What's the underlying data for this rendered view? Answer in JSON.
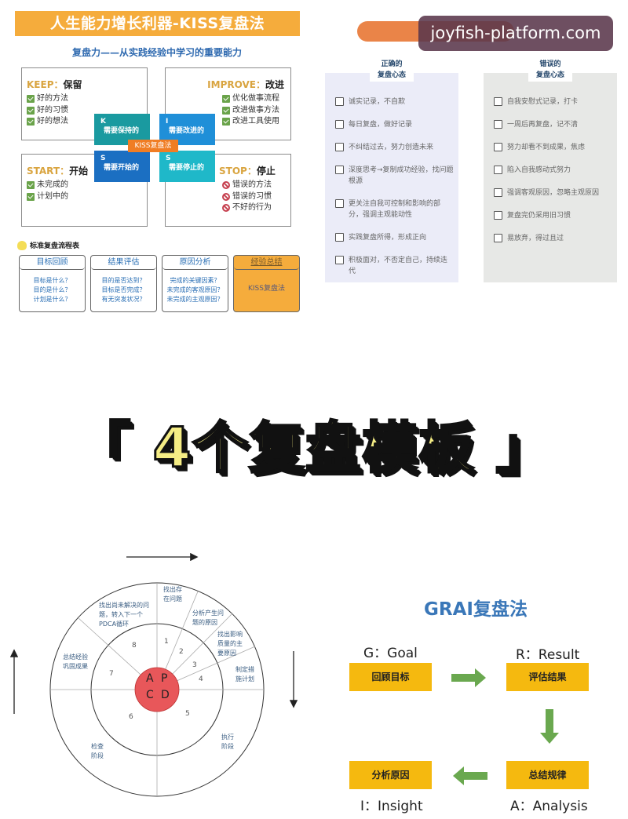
{
  "kiss": {
    "banner": "人生能力增长利器-KISS复盘法",
    "subtitle": "复盘力——从实践经验中学习的重要能力",
    "keep": {
      "en": "KEEP：",
      "zh": "保留",
      "items": [
        "好的方法",
        "好的习惯",
        "好的想法"
      ]
    },
    "improve": {
      "en": "IMPROVE：",
      "zh": "改进",
      "items": [
        "优化做事流程",
        "改进做事方法",
        "改进工具使用"
      ]
    },
    "start": {
      "en": "START：",
      "zh": "开始",
      "items": [
        "未完成的",
        "计划中的"
      ]
    },
    "stop": {
      "en": "STOP：",
      "zh": "停止",
      "items": [
        "错误的方法",
        "错误的习惯",
        "不好的行为"
      ]
    },
    "tiles": [
      {
        "letter": "K",
        "text": "需要保持的",
        "color": "#1a9aa0"
      },
      {
        "letter": "I",
        "text": "需要改进的",
        "color": "#1f8fd8"
      },
      {
        "letter": "S",
        "text": "需要开始的",
        "color": "#1b6fc2"
      },
      {
        "letter": "S",
        "text": "需要停止的",
        "color": "#1fb8c9"
      }
    ],
    "center_label": "KISS复盘法",
    "flow_title": "标准复盘流程表",
    "flow_cards": [
      {
        "title": "目标回顾",
        "lines": [
          "目标是什么？",
          "目的是什么？",
          "计划是什么？"
        ]
      },
      {
        "title": "结果评估",
        "lines": [
          "目的是否达到？",
          "目标是否完成？",
          "有无突发状况？"
        ]
      },
      {
        "title": "原因分析",
        "lines": [
          "完成的关键因素？",
          "未完成的客观原因？",
          "未完成的主观原因？"
        ]
      },
      {
        "title": "经验总结",
        "lines": [
          "KISS复盘法"
        ]
      }
    ]
  },
  "mindset": {
    "watermark": "joyfish-platform.com",
    "good": {
      "title_line1": "正确的",
      "title_line2": "复盘心态",
      "items": [
        "诚实记录，不自欺",
        "每日复盘，做好记录",
        "不纠结过去，努力创造未来",
        "深度思考→复制成功经验，找问题根源",
        "更关注自我可控制和影响的部分，强调主观能动性",
        "实践复盘所得，形成正向",
        "积极面对，不否定自己，持续迭代"
      ]
    },
    "bad": {
      "title_line1": "错误的",
      "title_line2": "复盘心态",
      "items": [
        "自我安慰式记录，打卡",
        "一周后再复盘，记不清",
        "努力却看不到成果，焦虑",
        "陷入自我感动式努力",
        "强调客观原因，忽略主观原因",
        "复盘完仍采用旧习惯",
        "易放弃，得过且过"
      ]
    }
  },
  "headline": "「 4个复盘模板 」",
  "pdca": {
    "center_letters": [
      "A",
      "P",
      "C",
      "D"
    ],
    "steps": [
      "1",
      "2",
      "3",
      "4",
      "5",
      "6",
      "7",
      "8"
    ],
    "outer_labels": {
      "find_problem": "找出存在问题",
      "analyze_cause": "分析产生问题的原因",
      "main_factor": "找出影响质量的主要原因",
      "make_plan": "制定措施计划",
      "execute": "执行阶段",
      "check": "检查阶段",
      "summarize": "总结经验巩固成果",
      "next_cycle": "找出尚未解决的问题，转入下一个PDCA循环"
    }
  },
  "grai": {
    "title": "GRAI复盘法",
    "goal": {
      "label": "G：Goal",
      "box": "回顾目标"
    },
    "result": {
      "label": "R：Result",
      "box": "评估结果"
    },
    "analysis": {
      "label": "A：Analysis",
      "box": "总结规律"
    },
    "insight": {
      "label": "I：Insight",
      "box": "分析原因"
    },
    "arrow_color": "#6aa84f",
    "box_color": "#f5b90f"
  }
}
